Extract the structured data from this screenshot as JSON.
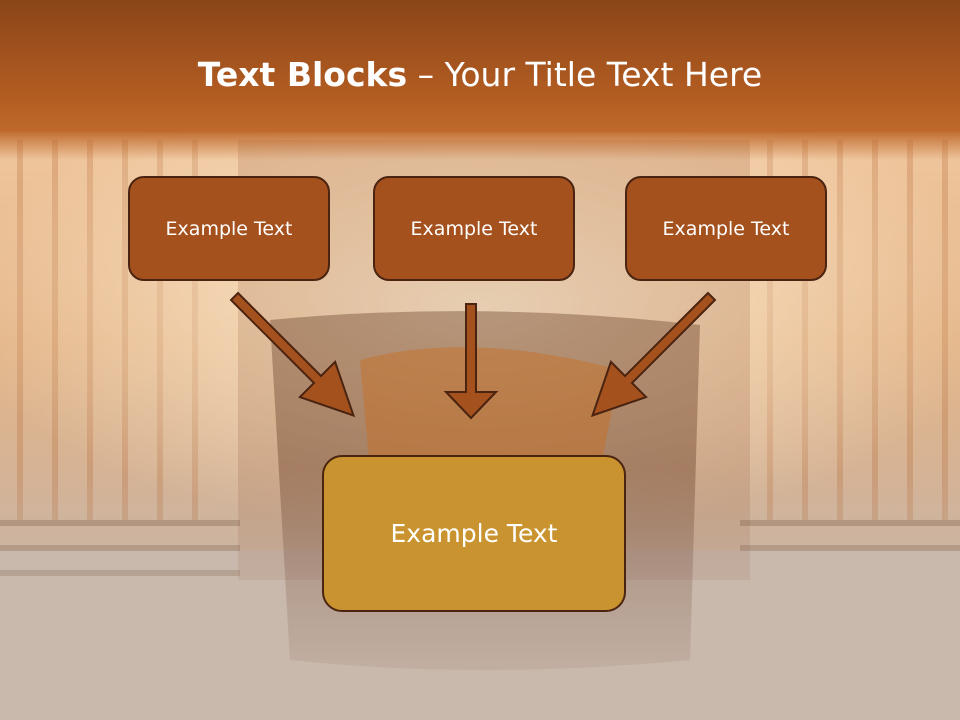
{
  "slide": {
    "title_bold": "Text Blocks",
    "title_rest": " – Your Title Text Here"
  },
  "boxes": {
    "top": [
      "Example Text",
      "Example Text",
      "Example Text"
    ],
    "bottom": "Example Text"
  },
  "colors": {
    "header": "#b25a20",
    "top_box": "#a4511e",
    "bottom_box": "#c9942f",
    "arrow": "#a4511e",
    "outline": "#4a2410"
  }
}
